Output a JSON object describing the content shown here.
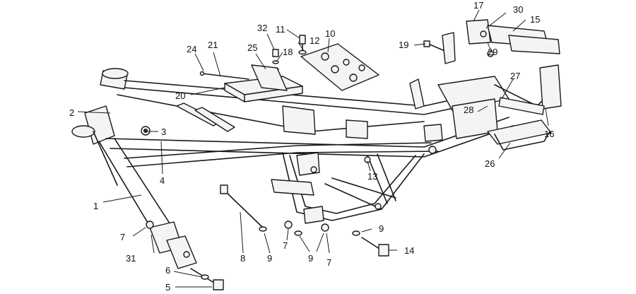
{
  "callouts": [
    {
      "id": "c1",
      "text": "1"
    },
    {
      "id": "c2",
      "text": "2"
    },
    {
      "id": "c3",
      "text": "3"
    },
    {
      "id": "c4",
      "text": "4"
    },
    {
      "id": "c5",
      "text": "5"
    },
    {
      "id": "c6",
      "text": "6"
    },
    {
      "id": "c7a",
      "text": "7"
    },
    {
      "id": "c7b",
      "text": "7"
    },
    {
      "id": "c7c",
      "text": "7"
    },
    {
      "id": "c8",
      "text": "8"
    },
    {
      "id": "c9a",
      "text": "9"
    },
    {
      "id": "c9b",
      "text": "9"
    },
    {
      "id": "c9c",
      "text": "9"
    },
    {
      "id": "c10",
      "text": "10"
    },
    {
      "id": "c11",
      "text": "11"
    },
    {
      "id": "c12",
      "text": "12"
    },
    {
      "id": "c13",
      "text": "13"
    },
    {
      "id": "c14",
      "text": "14"
    },
    {
      "id": "c15",
      "text": "15"
    },
    {
      "id": "c16",
      "text": "16"
    },
    {
      "id": "c17",
      "text": "17"
    },
    {
      "id": "c18",
      "text": "18"
    },
    {
      "id": "c19",
      "text": "19"
    },
    {
      "id": "c20",
      "text": "20"
    },
    {
      "id": "c21",
      "text": "21"
    },
    {
      "id": "c24",
      "text": "24"
    },
    {
      "id": "c25",
      "text": "25"
    },
    {
      "id": "c26",
      "text": "26"
    },
    {
      "id": "c27",
      "text": "27"
    },
    {
      "id": "c28",
      "text": "28"
    },
    {
      "id": "c29",
      "text": "29"
    },
    {
      "id": "c30",
      "text": "30"
    },
    {
      "id": "c31",
      "text": "31"
    },
    {
      "id": "c32",
      "text": "32"
    }
  ]
}
